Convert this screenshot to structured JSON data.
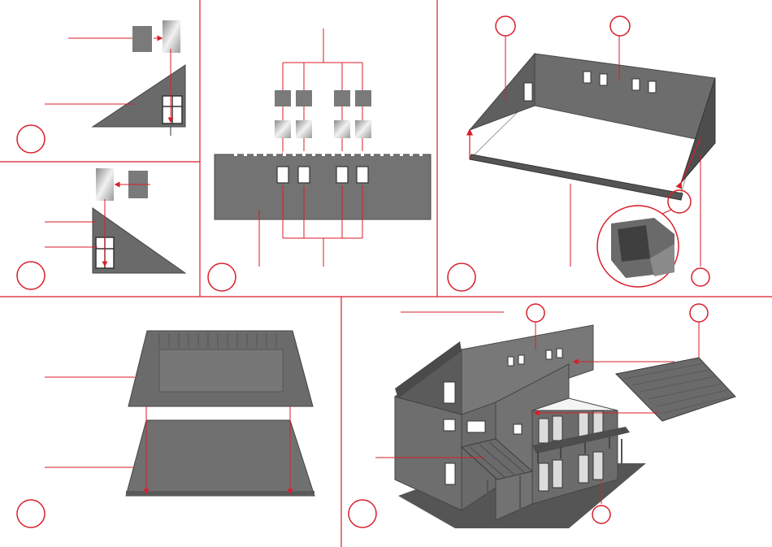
{
  "page": {
    "title": ""
  },
  "colors": {
    "accent": "#d81e2a",
    "part_gray": "#6f6f6f",
    "part_dark": "#4a4a4a",
    "part_light": "#bdbdbd",
    "background": "#ffffff"
  },
  "steps": [
    {
      "id": "step-1",
      "number": ""
    },
    {
      "id": "step-2",
      "number": ""
    },
    {
      "id": "step-3",
      "number": ""
    },
    {
      "id": "step-4",
      "number": ""
    },
    {
      "id": "step-5",
      "number": ""
    },
    {
      "id": "step-6",
      "number": ""
    }
  ],
  "callouts": [
    "",
    "",
    "",
    ""
  ]
}
